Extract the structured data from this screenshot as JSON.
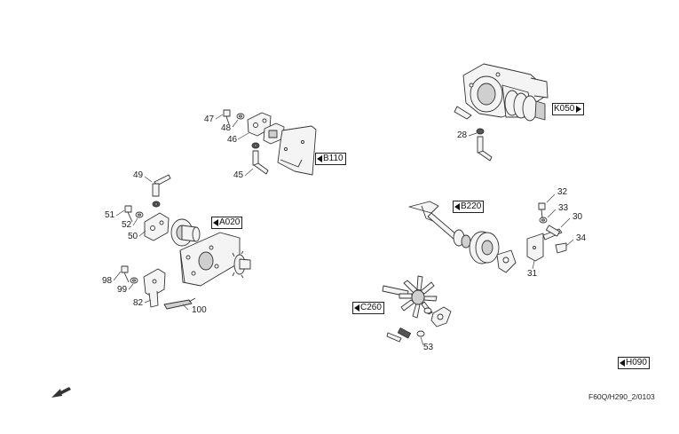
{
  "drawing_code": "F60Q/H290_2/0103",
  "part_numbers": [
    "47",
    "48",
    "46",
    "45",
    "49",
    "51",
    "52",
    "50",
    "98",
    "99",
    "82",
    "100",
    "28",
    "32",
    "33",
    "30",
    "34",
    "31",
    "53"
  ],
  "references": {
    "b110": {
      "label": "B110",
      "arrow": "left"
    },
    "a020": {
      "label": "A020",
      "arrow": "left"
    },
    "k050": {
      "label": "K050",
      "arrow": "right"
    },
    "b220": {
      "label": "B220",
      "arrow": "left"
    },
    "c260": {
      "label": "C260",
      "arrow": "left"
    },
    "h090": {
      "label": "H090",
      "arrow": "left"
    }
  },
  "colors": {
    "line": "#333333",
    "fill": "#f4f4f4",
    "shade": "#cfcfcf",
    "dark": "#555555"
  }
}
